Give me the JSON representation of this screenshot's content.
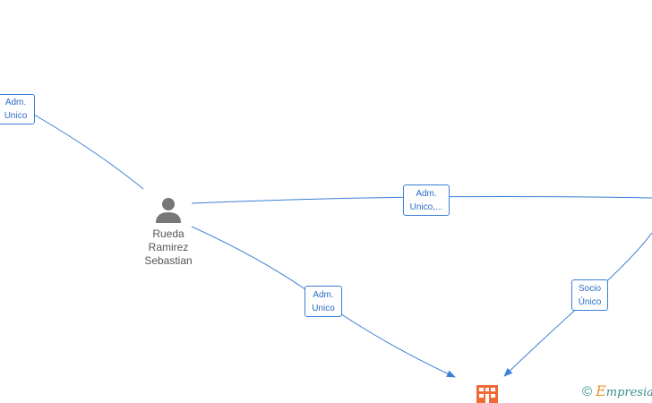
{
  "colors": {
    "edge": "#3a7fd5",
    "person": "#777777",
    "company": "#f06a35",
    "brand": "#3d8c8c",
    "brand_accent": "#e8922b"
  },
  "nodes": {
    "person": {
      "name": "Rueda\nRamirez\nSebastian",
      "icon": "person-icon"
    },
    "company": {
      "icon": "building-icon"
    }
  },
  "edges": {
    "top_left": {
      "label": "Adm.\nUnico"
    },
    "middle": {
      "label": "Adm.\nUnico,..."
    },
    "lower": {
      "label": "Adm.\nUnico"
    },
    "right": {
      "label": "Socio\nÚnico"
    }
  },
  "watermark": {
    "copyright": "©",
    "brand_initial": "E",
    "brand_rest": "mpresia"
  }
}
